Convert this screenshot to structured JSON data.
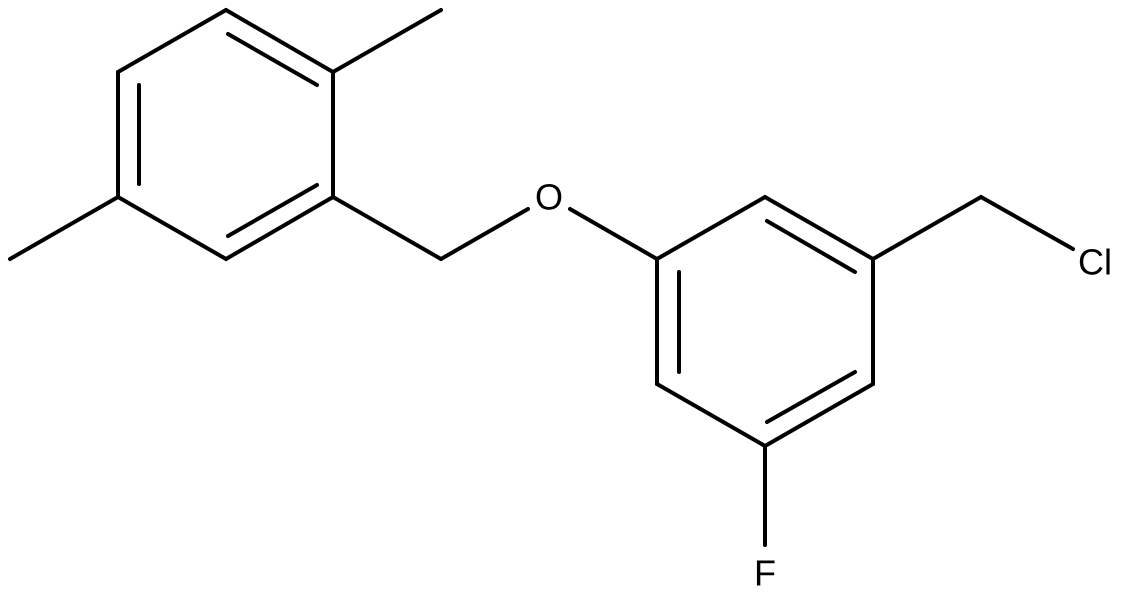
{
  "structure": {
    "atoms": [
      {
        "id": "o1",
        "symbol": "O"
      },
      {
        "id": "cl1",
        "symbol": "Cl"
      },
      {
        "id": "f1",
        "symbol": "F"
      }
    ]
  }
}
